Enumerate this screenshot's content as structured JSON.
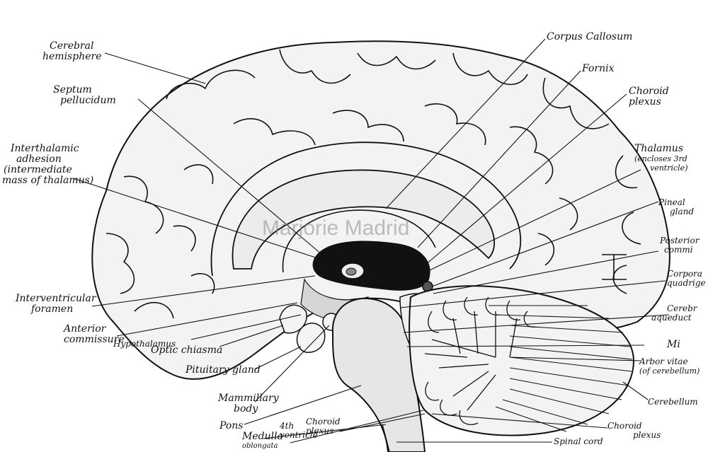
{
  "watermark": "Marjorie Madrid",
  "labels": {
    "cerebral_hemisphere": [
      "Cerebral",
      "hemisphere"
    ],
    "septum_pellucidum": [
      "Septum",
      "pellucidum"
    ],
    "interthalamic_adhesion": [
      "Interthalamic",
      "adhesion",
      "(intermediate",
      "mass of thalamus)"
    ],
    "interventricular_foramen": [
      "Interventricular",
      "foramen"
    ],
    "anterior_commissure": [
      "Anterior",
      "commissure"
    ],
    "hypothalamus": "Hypothalamus",
    "optic_chiasma": "Optic chiasma",
    "pituitary_gland": "Pituitary gland",
    "mammillary_body": [
      "Mammillary",
      "body"
    ],
    "pons": "Pons",
    "medulla_oblongata": [
      "Medulla",
      "oblongata"
    ],
    "fourth_ventricle": [
      "4th",
      "ventricle"
    ],
    "choroid_plexus_lower_left": [
      "Choroid",
      "plexus"
    ],
    "corpus_callosum": "Corpus Callosum",
    "fornix": "Fornix",
    "choroid_plexus_top": [
      "Choroid",
      "plexus"
    ],
    "thalamus": [
      "Thalamus",
      "(encloses 3rd",
      "ventricle)"
    ],
    "pineal_gland": [
      "Pineal",
      "gland"
    ],
    "posterior_commissure": [
      "Posterior",
      "commi"
    ],
    "corpora_quadrigemina": [
      "Corpora",
      "quadrige"
    ],
    "cerebral_aqueduct": [
      "Cerebr",
      "aqueduct"
    ],
    "midbrain": "Mi",
    "arbor_vitae": [
      "Arbor vitae",
      "(of cerebellum)"
    ],
    "cerebellum": "Cerebellum",
    "choroid_plexus_bottom": [
      "Choroid",
      "plexus"
    ],
    "spinal_cord": "Spinal cord"
  },
  "colors": {
    "ink": "#111111",
    "tissue_fill": "#f2f2f2",
    "shade": "#d8d8d8",
    "ventricle": "#111111"
  }
}
